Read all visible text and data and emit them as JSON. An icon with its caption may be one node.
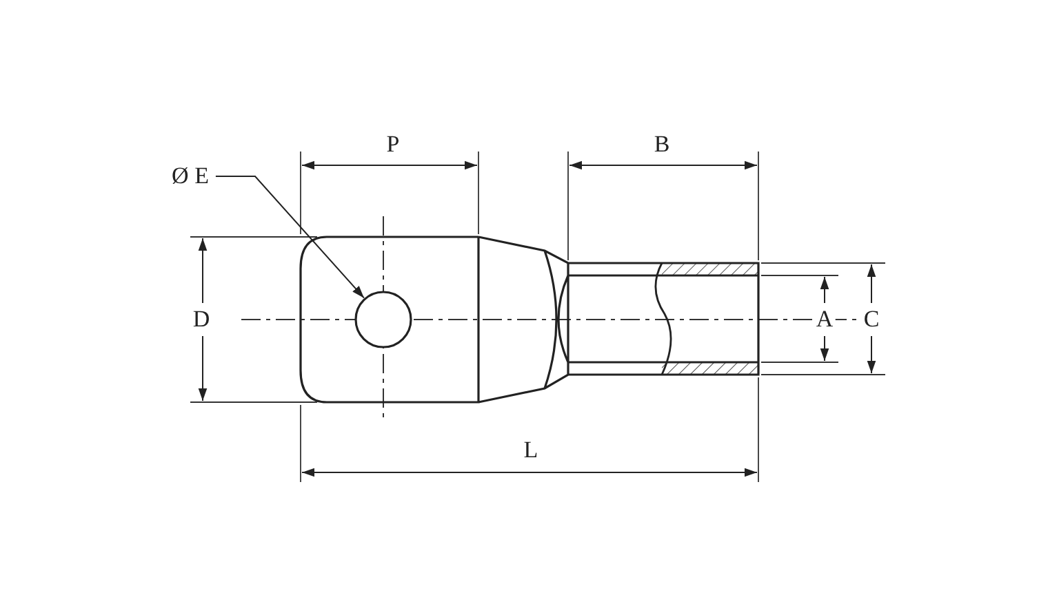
{
  "diagram": {
    "nodes": [
      {
        "text": [
          "Ø E"
        ]
      },
      {
        "text": [],
        "shape": "circle"
      }
    ],
    "edges": [
      {
        "from": 0,
        "to": 1,
        "arrow": "to"
      }
    ],
    "labels": [
      "P",
      "B",
      "D",
      "A",
      "C",
      "L"
    ]
  }
}
